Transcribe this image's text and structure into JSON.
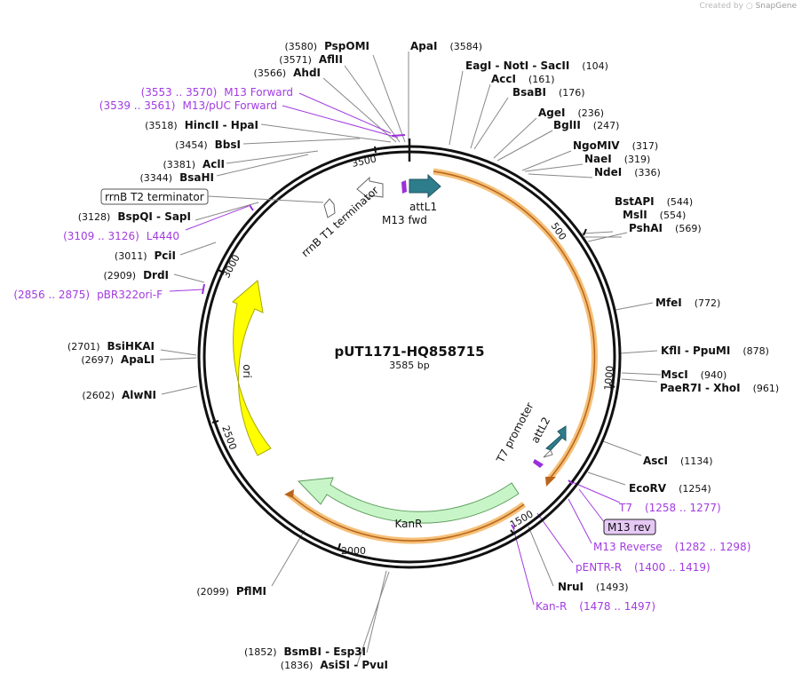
{
  "header": {
    "created_by": "Created by",
    "brand": "SnapGene"
  },
  "plasmid": {
    "name": "pUT1171-HQ858715",
    "length_label": "3585 bp",
    "length": 3585
  },
  "ticks": [
    "500",
    "1000",
    "1500",
    "2000",
    "2500",
    "3000",
    "3500"
  ],
  "sites_right": [
    {
      "name": "ApaI",
      "pos": "(3584)"
    },
    {
      "name": "EagI  -  NotI  -  SacII",
      "pos": "(104)"
    },
    {
      "name": "AccI",
      "pos": "(161)"
    },
    {
      "name": "BsaBI",
      "pos": "(176)"
    },
    {
      "name": "AgeI",
      "pos": "(236)"
    },
    {
      "name": "BglII",
      "pos": "(247)"
    },
    {
      "name": "NgoMIV",
      "pos": "(317)"
    },
    {
      "name": "NaeI",
      "pos": "(319)"
    },
    {
      "name": "NdeI",
      "pos": "(336)"
    },
    {
      "name": "BstAPI",
      "pos": "(544)"
    },
    {
      "name": "MslI",
      "pos": "(554)"
    },
    {
      "name": "PshAI",
      "pos": "(569)"
    },
    {
      "name": "MfeI",
      "pos": "(772)"
    },
    {
      "name": "KflI  -  PpuMI",
      "pos": "(878)"
    },
    {
      "name": "MscI",
      "pos": "(940)"
    },
    {
      "name": "PaeR7I  -  XhoI",
      "pos": "(961)"
    },
    {
      "name": "AscI",
      "pos": "(1134)"
    },
    {
      "name": "EcoRV",
      "pos": "(1254)"
    },
    {
      "name": "NruI",
      "pos": "(1493)"
    }
  ],
  "sites_left": [
    {
      "name": "PspOMI",
      "pos": "(3580)"
    },
    {
      "name": "AflII",
      "pos": "(3571)"
    },
    {
      "name": "AhdI",
      "pos": "(3566)"
    },
    {
      "name": "HincII  -  HpaI",
      "pos": "(3518)"
    },
    {
      "name": "BbsI",
      "pos": "(3454)"
    },
    {
      "name": "AclI",
      "pos": "(3381)"
    },
    {
      "name": "BsaHI",
      "pos": "(3344)"
    },
    {
      "name": "BspQI  -  SapI",
      "pos": "(3128)"
    },
    {
      "name": "PciI",
      "pos": "(3011)"
    },
    {
      "name": "DrdI",
      "pos": "(2909)"
    },
    {
      "name": "BsiHKAI",
      "pos": "(2701)"
    },
    {
      "name": "ApaLI",
      "pos": "(2697)"
    },
    {
      "name": "AlwNI",
      "pos": "(2602)"
    },
    {
      "name": "PflMI",
      "pos": "(2099)"
    },
    {
      "name": "BsmBI  -  Esp3I",
      "pos": "(1852)"
    },
    {
      "name": "AsiSI  -  PvuI",
      "pos": "(1836)"
    }
  ],
  "primers": [
    {
      "name": "M13 Forward",
      "range": "(3553 .. 3570)"
    },
    {
      "name": "M13/pUC Forward",
      "range": "(3539 .. 3561)"
    },
    {
      "name": "L4440",
      "range": "(3109 .. 3126)"
    },
    {
      "name": "pBR322ori-F",
      "range": "(2856 .. 2875)"
    },
    {
      "name": "T7",
      "range": "(1258 .. 1277)"
    },
    {
      "name": "M13 rev",
      "range": ""
    },
    {
      "name": "M13 Reverse",
      "range": "(1282 .. 1298)"
    },
    {
      "name": "pENTR-R",
      "range": "(1400 .. 1419)"
    },
    {
      "name": "Kan-R",
      "range": "(1478 .. 1497)"
    }
  ],
  "features": {
    "boxed_label": "rrnB T2 terminator",
    "rrnB_T1": "rrnB T1 terminator",
    "attL1": "attL1",
    "m13fwd": "M13 fwd",
    "t7promoter": "T7 promoter",
    "attL2": "attL2",
    "kanr": "KanR",
    "ori": "ori"
  },
  "colors": {
    "attL": "#2e7d8c",
    "kanr_fill": "#c8f5c8",
    "ori_fill": "#ffff00",
    "highlight": "#f5c078",
    "primer": "#a23be0",
    "backbone": "#111111"
  }
}
